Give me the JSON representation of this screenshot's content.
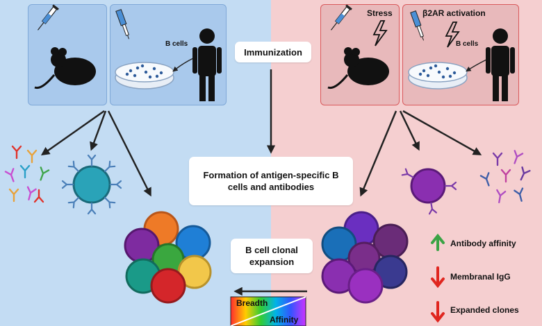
{
  "center": {
    "immunization": "Immunization",
    "formation": "Formation of antigen-specific B cells and antibodies",
    "expansion": "B cell clonal expansion"
  },
  "left": {
    "b_cells_label": "B cells"
  },
  "right": {
    "stress_label": "Stress",
    "b2ar_label": "β2AR activation",
    "b_cells_label": "B cells"
  },
  "legend": {
    "items": [
      {
        "label": "Antibody affinity",
        "direction": "up",
        "color": "#3aa345"
      },
      {
        "label": "Membranal IgG",
        "direction": "down",
        "color": "#e0261f"
      },
      {
        "label": "Expanded clones",
        "direction": "down",
        "color": "#e0261f"
      }
    ]
  },
  "gradient_bar": {
    "top_label": "Breadth",
    "bottom_label": "Affinity"
  },
  "colors": {
    "left_bg": "#c3dcf3",
    "right_bg": "#f5cfd0",
    "up_arrow": "#3aa345",
    "down_arrow": "#e0261f"
  }
}
